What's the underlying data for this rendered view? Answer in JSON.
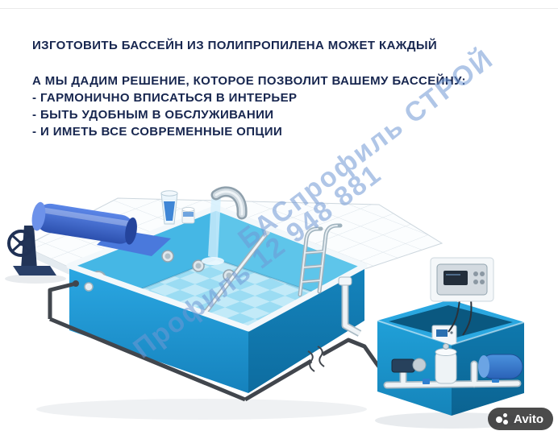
{
  "headline": {
    "line1": "ИЗГОТОВИТЬ БАССЕЙН ИЗ ПОЛИПРОПИЛЕНА МОЖЕТ КАЖДЫЙ",
    "intro": "А МЫ ДАДИМ РЕШЕНИЕ, КОТОРОЕ ПОЗВОЛИТ ВАШЕМУ БАССЕЙНУ:",
    "bullets": [
      "- ГАРМОНИЧНО ВПИСАТЬСЯ В ИНТЕРЬЕР",
      "- БЫТЬ УДОБНЫМ В ОБСЛУЖИВАНИИ",
      "- И ИМЕТЬ ВСЕ СОВРЕМЕННЫЕ ОПЦИИ"
    ],
    "text_color": "#17264f"
  },
  "watermark": {
    "line1": "БАСпрофиль СТРОЙ",
    "line2": "Профиль 12 948 881",
    "color": "#7098d4"
  },
  "illustration": {
    "colors": {
      "pool_blue": "#21a0dc",
      "pool_blue_dark": "#1079ae",
      "interior_wall": "#5ec5ea",
      "floor": "#9bdcf3",
      "deck_tile": "#fbfdfe",
      "cover_roller_blue": "#3f6fd4",
      "pipe_dark": "#41464d",
      "equipment_blue": "#2f7fd0"
    }
  },
  "badge": {
    "label": "Avito"
  }
}
